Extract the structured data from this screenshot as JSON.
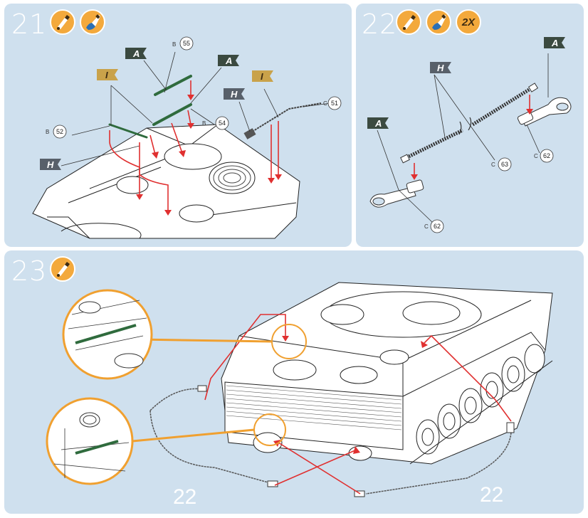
{
  "colors": {
    "panel_bg": "#cfe0ee",
    "badge_orange": "#f3a93c",
    "arrow_red": "#e03030",
    "flag_dark": "#3b4a40",
    "flag_gold": "#c9a24a",
    "flag_gray": "#58606a",
    "detail_ring": "#f0a030"
  },
  "steps": [
    {
      "number": "21",
      "icons": [
        "glue-icon",
        "paint-icon"
      ],
      "flags": [
        "A",
        "A",
        "I",
        "I",
        "H",
        "H"
      ],
      "callouts": [
        {
          "prefix": "B",
          "part": "55"
        },
        {
          "prefix": "C",
          "part": "51"
        },
        {
          "prefix": "B",
          "part": "52"
        },
        {
          "prefix": "B",
          "part": "54"
        }
      ]
    },
    {
      "number": "22",
      "icons": [
        "glue-icon",
        "paint-icon"
      ],
      "quantity": "2X",
      "flags": [
        "A",
        "H",
        "A"
      ],
      "callouts": [
        {
          "prefix": "C",
          "part": "62"
        },
        {
          "prefix": "C",
          "part": "63"
        },
        {
          "prefix": "C",
          "part": "62"
        }
      ]
    },
    {
      "number": "23",
      "icons": [
        "glue-icon"
      ],
      "references": [
        "22",
        "22"
      ]
    }
  ]
}
